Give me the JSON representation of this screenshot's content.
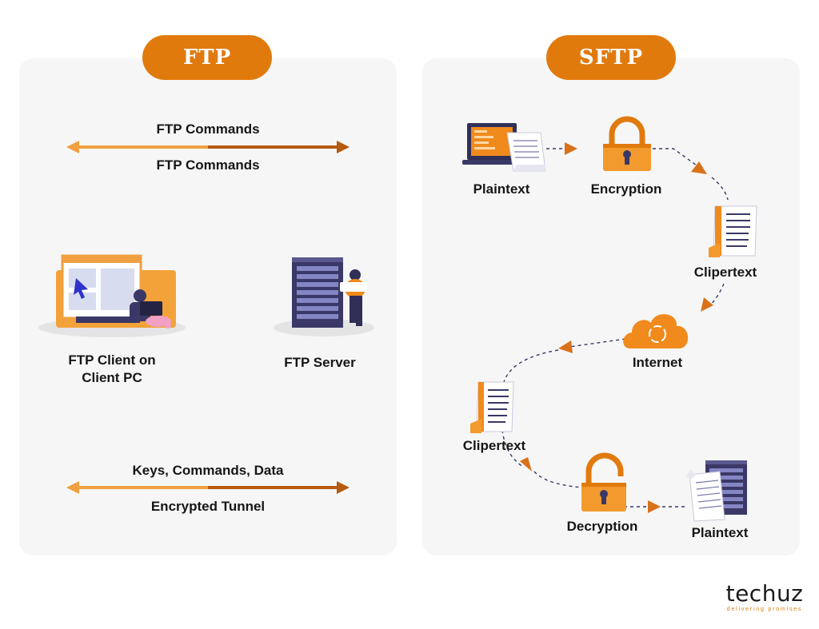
{
  "ftp": {
    "title": "FTP",
    "top_label_upper": "FTP Commands",
    "top_label_lower": "FTP Commands",
    "client_label_line1": "FTP Client on",
    "client_label_line2": "Client PC",
    "server_label": "FTP Server",
    "bottom_label_upper": "Keys, Commands, Data",
    "bottom_label_lower": "Encrypted Tunnel"
  },
  "sftp": {
    "title": "SFTP",
    "steps": [
      "Plaintext",
      "Encryption",
      "Clipertext",
      "Internet",
      "Clipertext",
      "Decryption",
      "Plaintext"
    ]
  },
  "brand": {
    "name": "techuz",
    "tagline": "delivering promises"
  },
  "colors": {
    "accent": "#e17a0d",
    "accent_dark": "#b65a10",
    "panel_bg": "#f6f6f6",
    "navy": "#3a3866"
  }
}
